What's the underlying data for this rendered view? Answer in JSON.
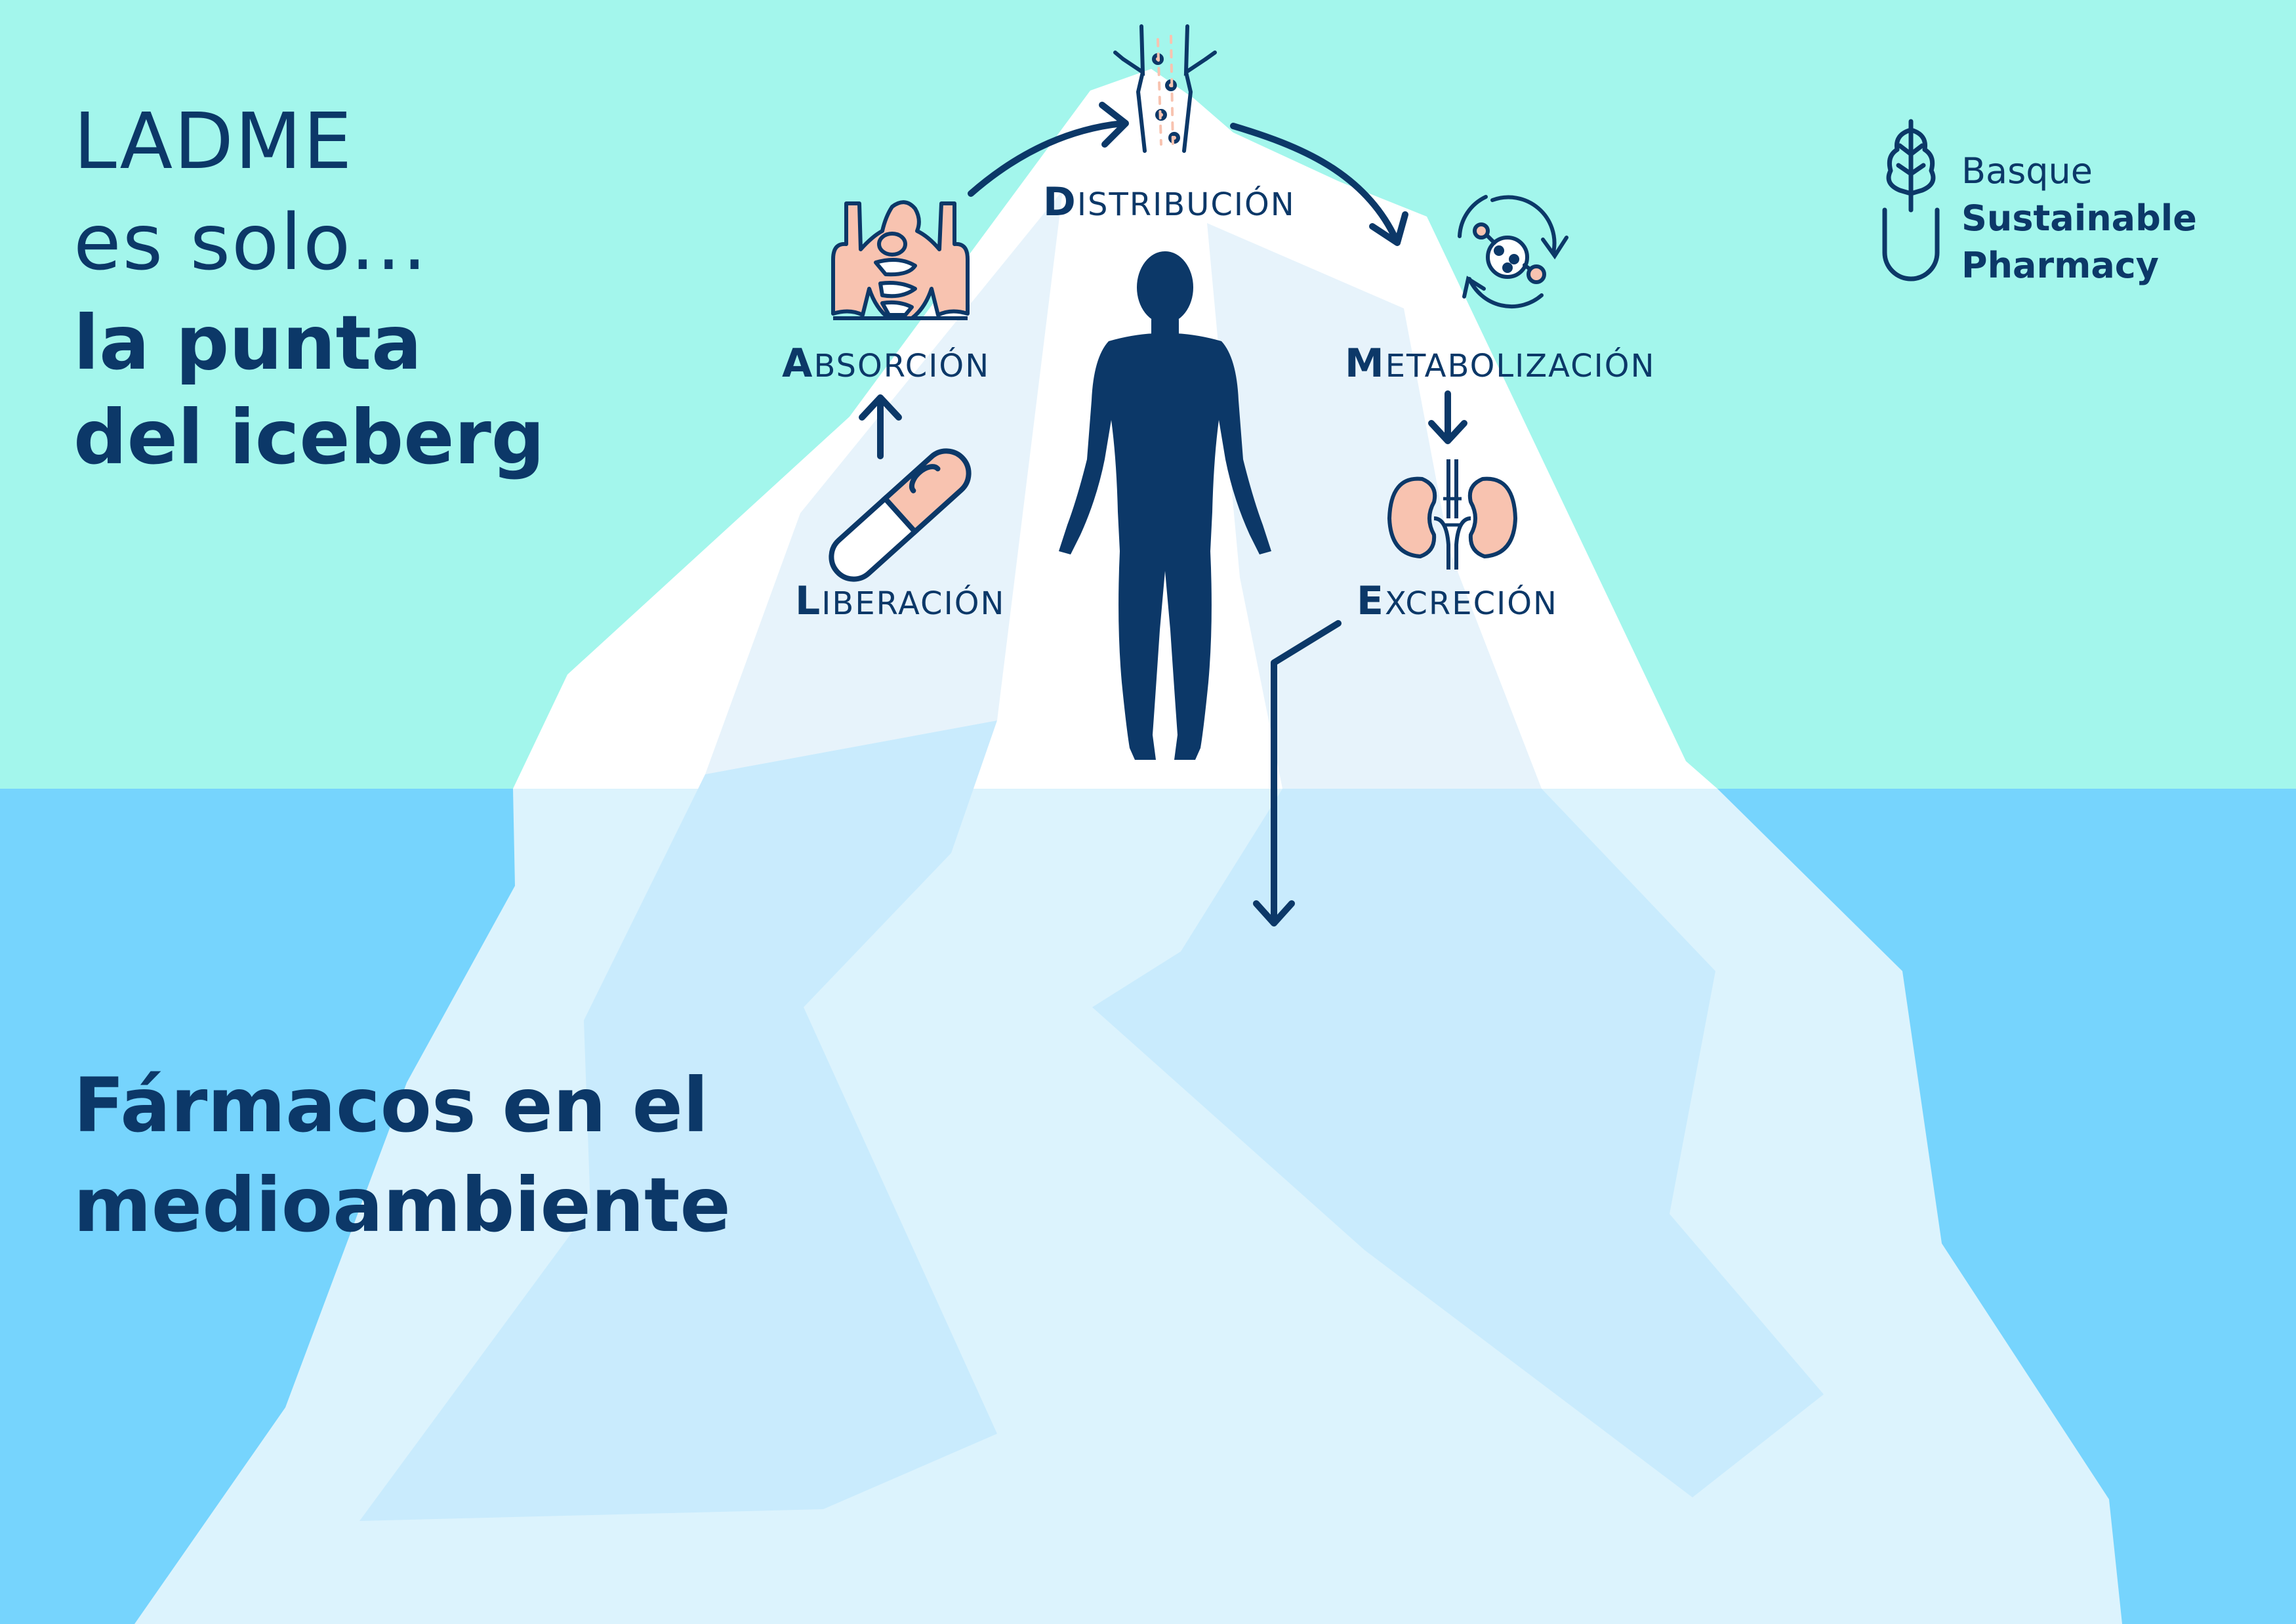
{
  "headline": {
    "line1": "LADME",
    "line2": "es solo...",
    "line3": "la punta",
    "line4": "del iceberg"
  },
  "subheadline": {
    "line1": "Fármacos en el",
    "line2": "medioambiente"
  },
  "brand": {
    "line1": "Basque",
    "line2": "Sustainable",
    "line3": "Pharmacy"
  },
  "stages": {
    "liberacion": {
      "initial": "L",
      "rest": "IBERACIÓN",
      "icon": "capsule-icon"
    },
    "absorcion": {
      "initial": "A",
      "rest": "BSORCIÓN",
      "icon": "torso-organs-icon"
    },
    "distribucion": {
      "initial": "D",
      "rest": "ISTRIBUCIÓN",
      "icon": "blood-vessel-icon"
    },
    "metabolizacion": {
      "initial": "M",
      "rest": "ETABOLIZACIÓN",
      "icon": "molecule-cycle-icon"
    },
    "excrecion": {
      "initial": "E",
      "rest": "XCRECIÓN",
      "icon": "kidneys-icon"
    }
  },
  "colors": {
    "sky": "#a3f6ec",
    "water": "#76d4fd",
    "navy": "#0c3868",
    "iceberg_white": "#ffffff",
    "icon_fill": "#f8c3b0"
  }
}
